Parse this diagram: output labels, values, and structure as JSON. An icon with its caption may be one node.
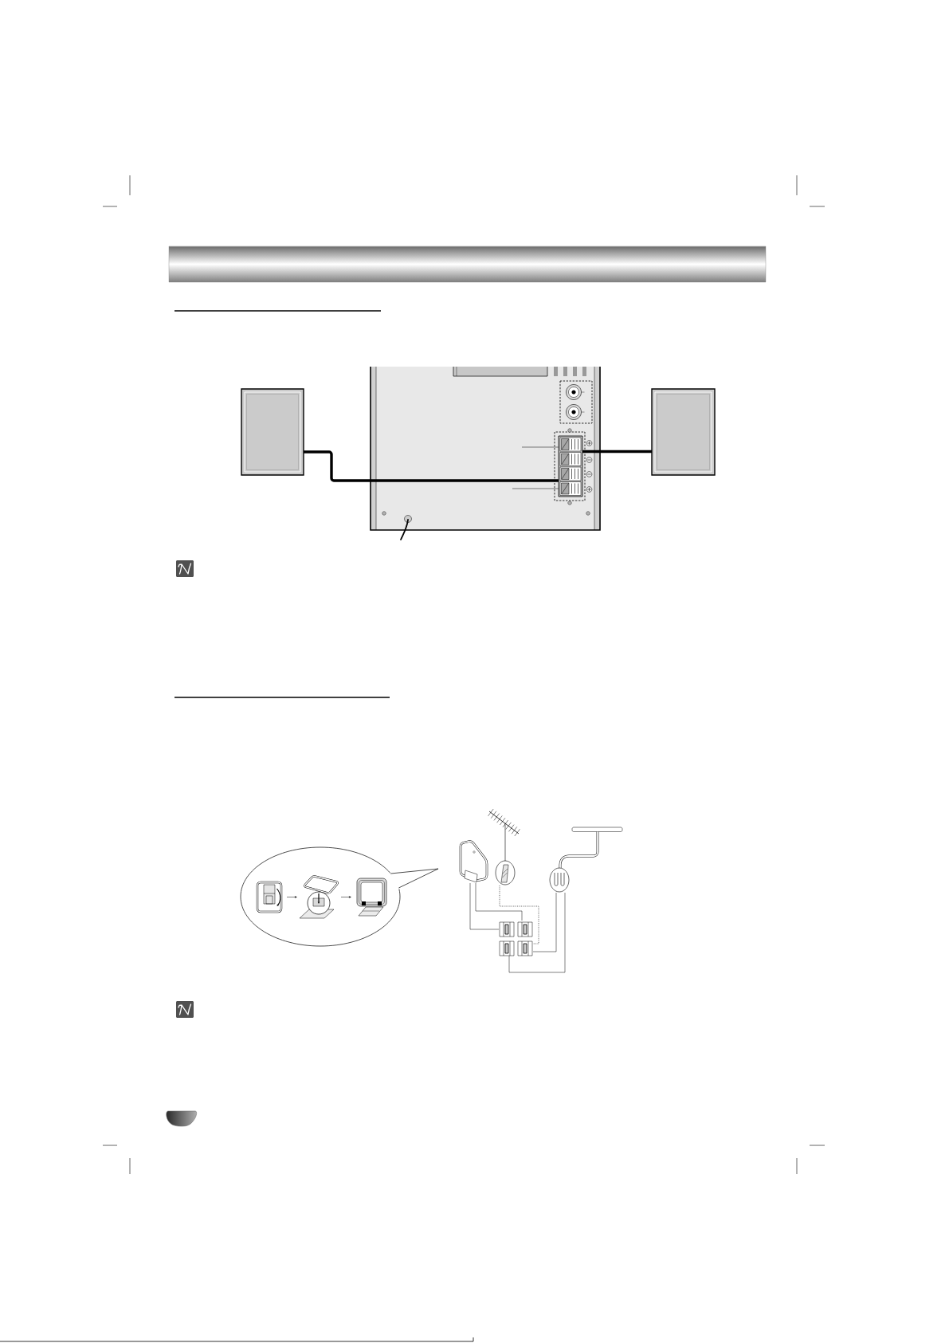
{
  "diagram": {
    "nodes": [
      {
        "text": [],
        "shape": "box"
      },
      {
        "text": [],
        "shape": "box"
      },
      {
        "text": [],
        "shape": "box",
        "in": 1
      },
      {
        "text": [],
        "shape": "box"
      },
      {
        "text": [],
        "shape": "ellipse"
      },
      {
        "text": [],
        "shape": "picture",
        "in": 4
      },
      {
        "text": [],
        "shape": "picture",
        "in": 4
      },
      {
        "text": [],
        "shape": "picture",
        "in": 4
      },
      {
        "text": [],
        "shape": "picture"
      },
      {
        "text": [],
        "shape": "picture"
      },
      {
        "text": [],
        "shape": "picture"
      },
      {
        "text": [],
        "shape": "picture"
      }
    ],
    "edges": [
      {
        "from": 0,
        "to": 2,
        "arrow": "none",
        "style": "thick"
      },
      {
        "from": 3,
        "to": 2,
        "arrow": "none",
        "style": "thick"
      },
      {
        "from": 5,
        "to": 6,
        "arrow": "to"
      },
      {
        "from": 6,
        "to": 7,
        "arrow": "to"
      },
      {
        "from": 8,
        "to": 11,
        "arrow": "none"
      },
      {
        "from": 8,
        "to": 11,
        "arrow": "none"
      },
      {
        "from": 9,
        "to": 11,
        "arrow": "none",
        "style": "dashed"
      },
      {
        "from": 10,
        "to": 11,
        "arrow": "none"
      },
      {
        "from": 10,
        "to": 11,
        "arrow": "none"
      },
      {
        "from": null,
        "to": 2,
        "arrow": "none"
      },
      {
        "from": null,
        "to": 2,
        "arrow": "none"
      }
    ]
  }
}
